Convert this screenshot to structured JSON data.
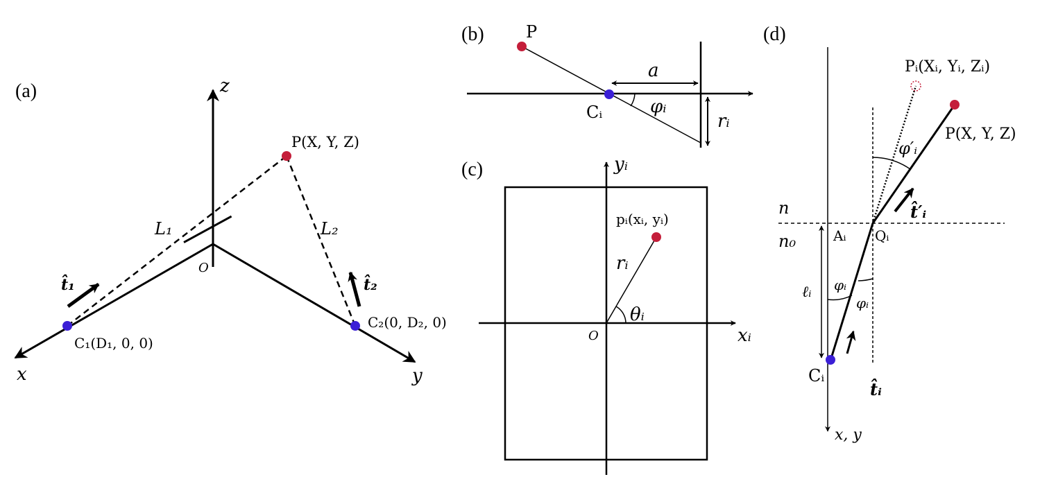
{
  "panels": {
    "a": "(a)",
    "b": "(b)",
    "c": "(c)",
    "d": "(d)"
  },
  "panel_a": {
    "axis_z": "z",
    "axis_x": "x",
    "axis_y": "y",
    "origin": "O",
    "point_P": "P(X, Y, Z)",
    "line_L1": "L₁",
    "line_L2": "L₂",
    "t1": "t̂₁",
    "t2": "t̂₂",
    "camera_C1": "C₁(D₁, 0, 0)",
    "camera_C2": "C₂(0, D₂, 0)"
  },
  "panel_b": {
    "point_P": "P",
    "distance_a": "a",
    "camera_Ci": "Cᵢ",
    "angle_phi": "φᵢ",
    "radius_r": "rᵢ"
  },
  "panel_c": {
    "axis_y": "yᵢ",
    "axis_x": "xᵢ",
    "origin": "O",
    "point_p": "pᵢ(xᵢ, yᵢ)",
    "radius_r": "rᵢ",
    "angle_theta": "θᵢ"
  },
  "panel_d": {
    "virtual_point": "Pᵢ(Xᵢ, Yᵢ, Zᵢ)",
    "point_P": "P(X, Y, Z)",
    "phi_prime": "φ′ᵢ",
    "t_prime": "t̂′ᵢ",
    "index_n": "n",
    "index_n0": "n₀",
    "point_A": "Aᵢ",
    "point_Q": "Qᵢ",
    "length_l": "ℓᵢ",
    "phi_1": "φᵢ",
    "phi_2": "φᵢ",
    "camera_Ci": "Cᵢ",
    "t_hat": "t̂ᵢ",
    "axis_xy": "x, y"
  },
  "colors": {
    "point_red": "#c41e3a",
    "camera_blue": "#3b1fd6",
    "line": "#000000"
  }
}
